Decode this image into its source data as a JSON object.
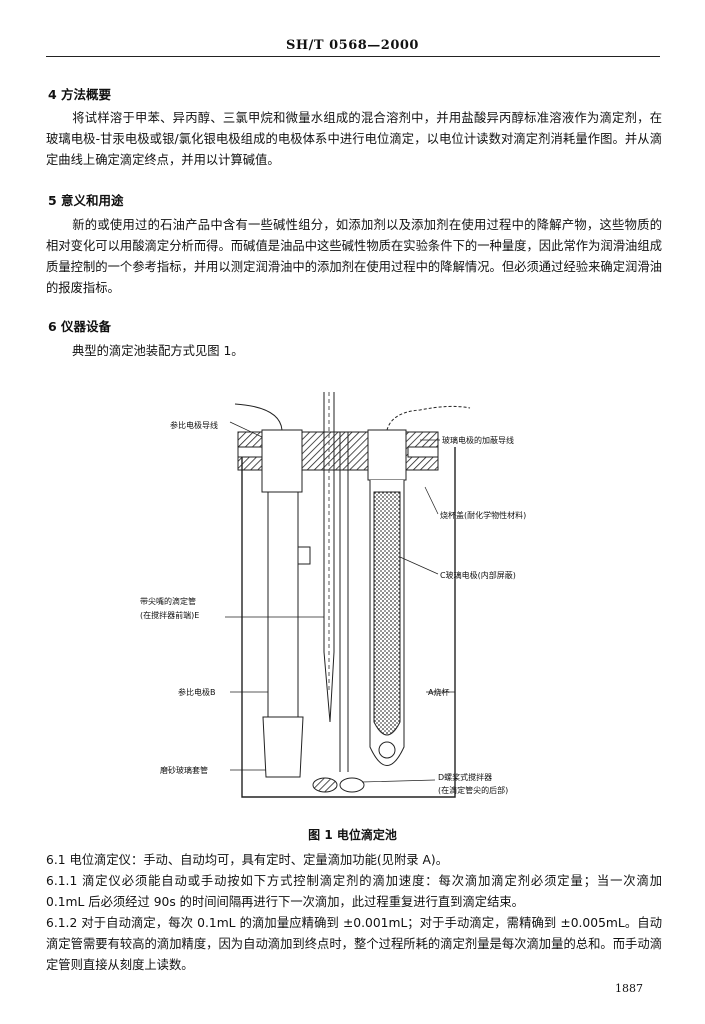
{
  "header": {
    "std_code": "SH/T 0568—2000"
  },
  "sections": {
    "s4": {
      "heading": "4   方法概要",
      "text": "将试样溶于甲苯、异丙醇、三氯甲烷和微量水组成的混合溶剂中，并用盐酸异丙醇标准溶液作为滴定剂，在玻璃电极-甘汞电极或银/氯化银电极组成的电极体系中进行电位滴定，以电位计读数对滴定剂消耗量作图。并从滴定曲线上确定滴定终点，并用以计算碱值。"
    },
    "s5": {
      "heading": "5   意义和用途",
      "text": "新的或使用过的石油产品中含有一些碱性组分，如添加剂以及添加剂在使用过程中的降解产物，这些物质的相对变化可以用酸滴定分析而得。而碱值是油品中这些碱性物质在实验条件下的一种量度，因此常作为润滑油组成质量控制的一个参考指标，并用以测定润滑油中的添加剂在使用过程中的降解情况。但必须通过经验来确定润滑油的报废指标。"
    },
    "s6": {
      "heading": "6   仪器设备",
      "text": "典型的滴定池装配方式见图 1。"
    }
  },
  "figure": {
    "labels": {
      "ref_lead": "参比电极导线",
      "glass_lead": "玻璃电极的加蔽导线",
      "beaker_cover": "烧杯盖(耐化学物性材料)",
      "glass_electrode": "C玻璃电极(内部屏蔽)",
      "burette_1": "带尖嘴的滴定管",
      "burette_2": "(在搅拌器前端)E",
      "ref_electrode": "参比电极B",
      "beaker": "A烧杯",
      "sleeve": "磨砂玻璃套管",
      "stirrer_1": "D螺桨式搅拌器",
      "stirrer_2": "(在滴定管尖的后部)"
    },
    "caption": "图 1   电位滴定池"
  },
  "sub": {
    "p61": "6.1   电位滴定仪：手动、自动均可，具有定时、定量滴加功能(见附录 A)。",
    "p611": "6.1.1   滴定仪必须能自动或手动按如下方式控制滴定剂的滴加速度：每次滴加滴定剂必须定量；当一次滴加 0.1mL 后必须经过 90s 的时间间隔再进行下一次滴加，此过程重复进行直到滴定结束。",
    "p612": "6.1.2   对于自动滴定，每次 0.1mL 的滴加量应精确到 ±0.001mL；对于手动滴定，需精确到 ±0.005mL。自动滴定管需要有较高的滴加精度，因为自动滴加到终点时，整个过程所耗的滴定剂量是每次滴加量的总和。而手动滴定管则直接从刻度上读数。"
  },
  "page_number": "1887"
}
